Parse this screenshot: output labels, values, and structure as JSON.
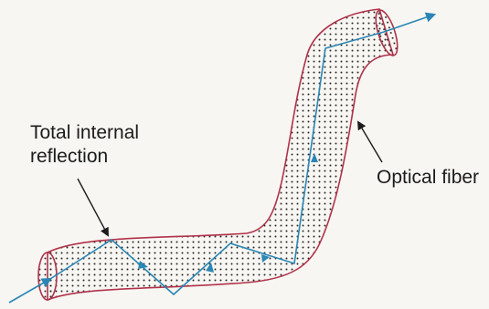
{
  "diagram": {
    "labels": {
      "total_internal_reflection_line1": "Total internal",
      "total_internal_reflection_line2": "reflection",
      "optical_fiber": "Optical fiber"
    },
    "colors": {
      "fiber_outline": "#b0324a",
      "light_ray": "#2b86b5",
      "core_dots": "#2a2a2a",
      "pointer": "#1c1c1c"
    }
  }
}
